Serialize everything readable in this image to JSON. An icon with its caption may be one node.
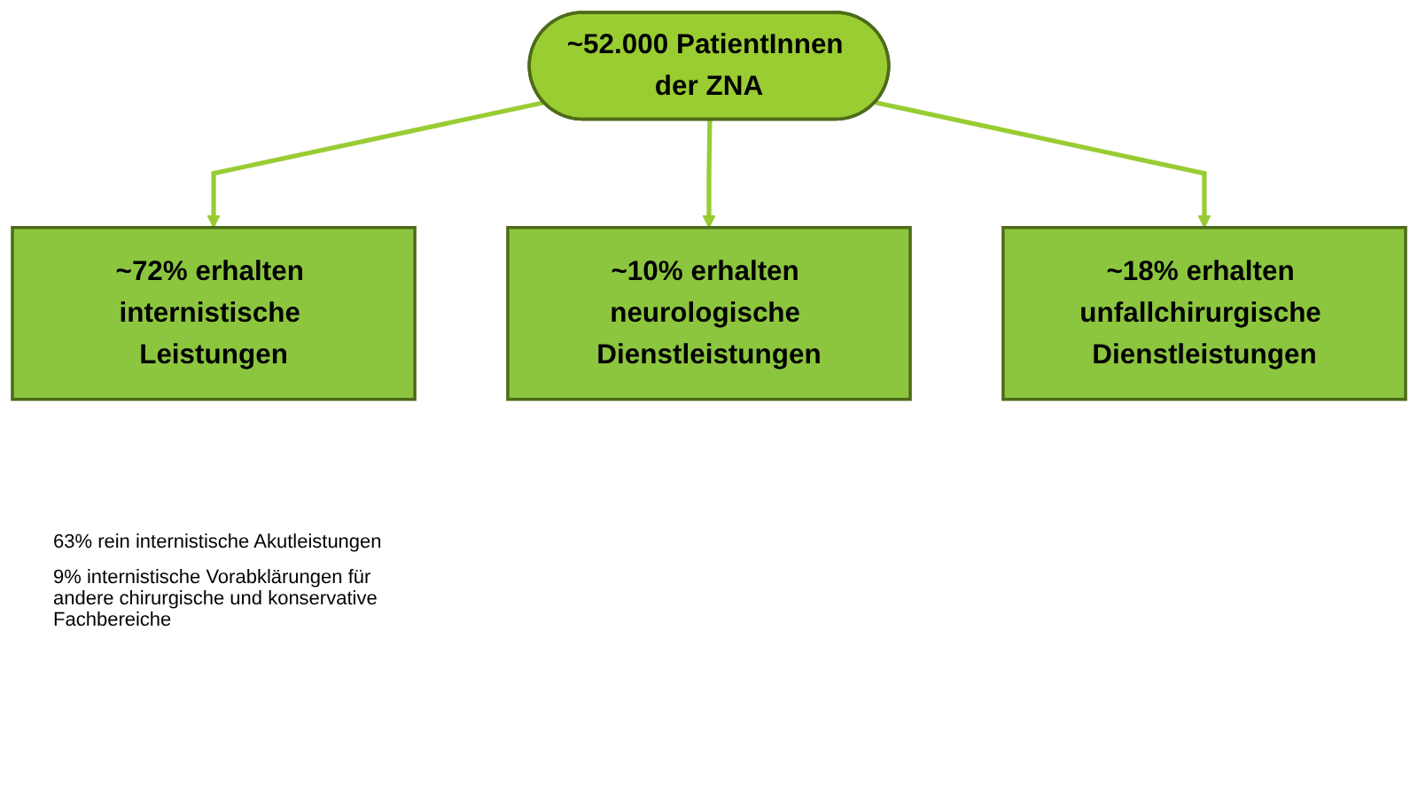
{
  "diagram": {
    "nodes": [
      {
        "text": [
          "~52.000 PatientInnen der ZNA"
        ]
      },
      {
        "text": [
          "~72% erhalten internistische Leistungen"
        ],
        "beside": [
          "63% rein internistische Akutleistungen",
          "9% internistische Vorabklärungen für andere chirurgische und konservative Fachbereiche"
        ]
      },
      {
        "text": [
          "~10% erhalten neurologische Dienstleistungen"
        ]
      },
      {
        "text": [
          "~18% erhalten unfallchirurgische Dienstleistungen"
        ]
      }
    ],
    "edges": [
      {
        "from": 0,
        "to": 1,
        "arrow": "to"
      },
      {
        "from": 0,
        "to": 2,
        "arrow": "to"
      },
      {
        "from": 0,
        "to": 3,
        "arrow": "to"
      }
    ]
  }
}
